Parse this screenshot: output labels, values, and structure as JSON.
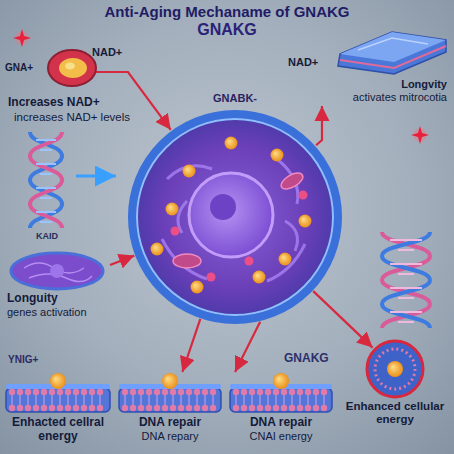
{
  "diagram": {
    "title": "Anti-Aging Mechaname of GNAKG",
    "nodes": [
      {
        "text": [
          "GNA+"
        ]
      },
      {
        "text": [
          "GNABK-"
        ]
      },
      {
        "text": [
          "Longvity",
          "activates mitrocotia"
        ]
      },
      {
        "text": [
          "Longuity",
          "genes activation"
        ]
      },
      {
        "text": [
          "Enhacted cellral energy"
        ]
      },
      {
        "text": [
          "DNA repair",
          "DNA repary"
        ]
      },
      {
        "text": [
          "DNA repair",
          "CNAI energy"
        ]
      },
      {
        "text": [
          "Enhanced cellular energy"
        ]
      }
    ],
    "edges": [
      {
        "from": 0,
        "to": 1,
        "arrow": "to"
      },
      {
        "from": 1,
        "to": 2,
        "arrow": "to"
      },
      {
        "from": 3,
        "to": 1,
        "arrow": "to"
      },
      {
        "from": 1,
        "to": 5,
        "arrow": "to"
      },
      {
        "from": 1,
        "to": 6,
        "arrow": "to"
      },
      {
        "from": 1,
        "to": 7,
        "arrow": "to"
      }
    ],
    "labels": [
      "GNAKG",
      "NAD+",
      "NAD+",
      "Increases NAD+",
      "increases NAD+ levels",
      "KAID",
      "YNIG+",
      "GNAKG"
    ]
  }
}
